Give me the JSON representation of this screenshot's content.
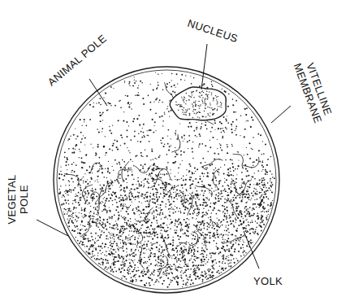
{
  "diagram": {
    "labels": [
      "ANIMAL POLE",
      "NUCLEUS",
      "VITELLINE MEMBRANE",
      "VEGETAL POLE",
      "YOLK"
    ]
  }
}
